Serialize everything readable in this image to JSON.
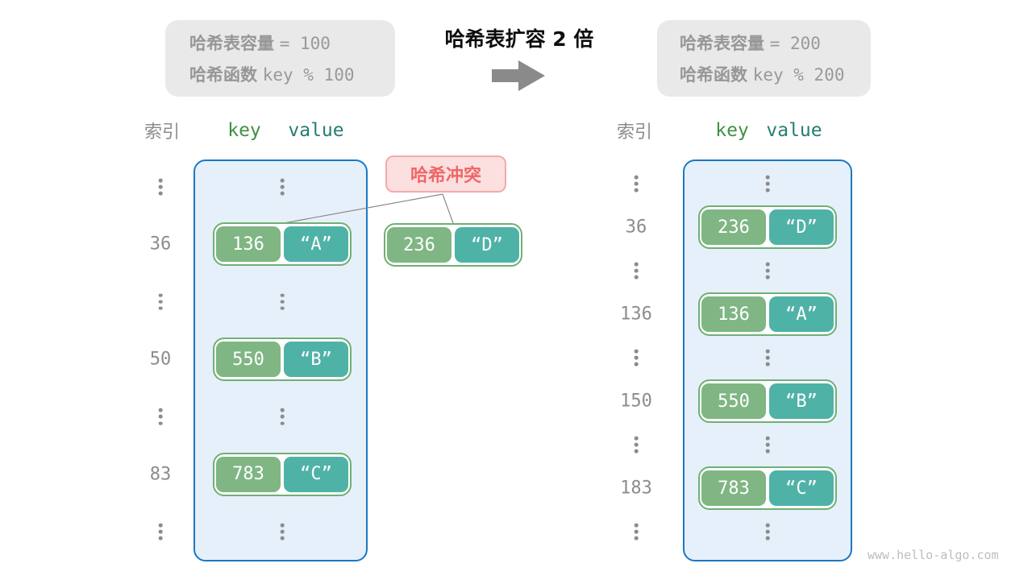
{
  "header": {
    "before_box": {
      "line1_label": "哈希表容量",
      "line1_value": "=  100",
      "line2_label": "哈希函数",
      "line2_value": "key % 100"
    },
    "transform_title": "哈希表扩容 2 倍",
    "after_box": {
      "line1_label": "哈希表容量",
      "line1_value": "=  200",
      "line2_label": "哈希函数",
      "line2_value": "key % 200"
    }
  },
  "collision": {
    "label": "哈希冲突",
    "pair": {
      "key": "236",
      "value": "“D”"
    }
  },
  "left_table": {
    "index_header": "索引",
    "key_header": "key",
    "value_header": "value",
    "rows": [
      {
        "type": "dots"
      },
      {
        "type": "pair",
        "index": "36",
        "key": "136",
        "value": "“A”"
      },
      {
        "type": "dots"
      },
      {
        "type": "pair",
        "index": "50",
        "key": "550",
        "value": "“B”"
      },
      {
        "type": "dots"
      },
      {
        "type": "pair",
        "index": "83",
        "key": "783",
        "value": "“C”"
      },
      {
        "type": "dots"
      }
    ]
  },
  "right_table": {
    "index_header": "索引",
    "key_header": "key",
    "value_header": "value",
    "rows": [
      {
        "type": "dots"
      },
      {
        "type": "pair",
        "index": "36",
        "key": "236",
        "value": "“D”"
      },
      {
        "type": "dots"
      },
      {
        "type": "pair",
        "index": "136",
        "key": "136",
        "value": "“A”"
      },
      {
        "type": "dots"
      },
      {
        "type": "pair",
        "index": "150",
        "key": "550",
        "value": "“B”"
      },
      {
        "type": "dots"
      },
      {
        "type": "pair",
        "index": "183",
        "key": "783",
        "value": "“C”"
      },
      {
        "type": "dots"
      }
    ]
  },
  "watermark": "www.hello-algo.com",
  "colors": {
    "bucket_border": "#1a78c4",
    "bucket_fill": "#e6f0fa",
    "pair_border": "#6fb073",
    "key_fill": "#7fb684",
    "value_fill": "#4fb2a7",
    "key_header": "#3f9142",
    "value_header": "#257d72",
    "collision_fill": "#fcdfdf",
    "collision_border": "#f6a9a9",
    "collision_text": "#ee6766",
    "info_box_fill": "#e9e9e9",
    "gray_text": "#8c8c8c",
    "arrow": "#8a8a8a"
  }
}
